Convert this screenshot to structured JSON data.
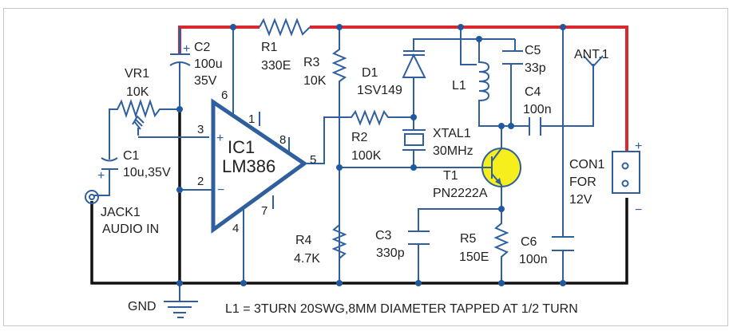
{
  "diagram": {
    "title": "FM transmitter schematic (LM386 + PN2222A, 30MHz crystal)",
    "colors": {
      "supply_rail": "#d9292e",
      "ground_rail": "#111111",
      "wire": "#2f5f9e",
      "transistor_fill": "#f7ee1e"
    },
    "components": {
      "C2": {
        "ref": "C2",
        "value": "100u",
        "rating": "35V",
        "polarity": "+"
      },
      "R1": {
        "ref": "R1",
        "value": "330E"
      },
      "VR1": {
        "ref": "VR1",
        "value": "10K"
      },
      "R3": {
        "ref": "R3",
        "value": "10K"
      },
      "D1": {
        "ref": "D1",
        "value": "1SV149"
      },
      "L1": {
        "ref": "L1"
      },
      "C5": {
        "ref": "C5",
        "value": "33p"
      },
      "C4": {
        "ref": "C4",
        "value": "100n"
      },
      "ANT": {
        "ref": "ANT.1"
      },
      "C1": {
        "ref": "C1",
        "value": "10u,35V",
        "polarity": "+"
      },
      "IC1": {
        "ref": "IC1",
        "part": "LM386",
        "plus": "+",
        "minus": "−",
        "pins": {
          "p1": "1",
          "p2": "2",
          "p3": "3",
          "p4": "4",
          "p5": "5",
          "p6": "6",
          "p7": "7",
          "p8": "8"
        }
      },
      "R2": {
        "ref": "R2",
        "value": "100K"
      },
      "XTAL1": {
        "ref": "XTAL1",
        "value": "30MHz"
      },
      "T1": {
        "ref": "T1",
        "part": "PN2222A"
      },
      "CON1": {
        "ref": "CON1",
        "line2": "FOR",
        "line3": "12V",
        "plus": "+",
        "minus": "−"
      },
      "JACK1": {
        "ref": "JACK1",
        "desc": "AUDIO IN"
      },
      "R4": {
        "ref": "R4",
        "value": "4.7K"
      },
      "C3": {
        "ref": "C3",
        "value": "330p"
      },
      "R5": {
        "ref": "R5",
        "value": "150E"
      },
      "C6": {
        "ref": "C6",
        "value": "100n"
      }
    },
    "ground_label": "GND",
    "note": "L1 = 3TURN 20SWG,8MM DIAMETER TAPPED AT 1/2 TURN"
  }
}
